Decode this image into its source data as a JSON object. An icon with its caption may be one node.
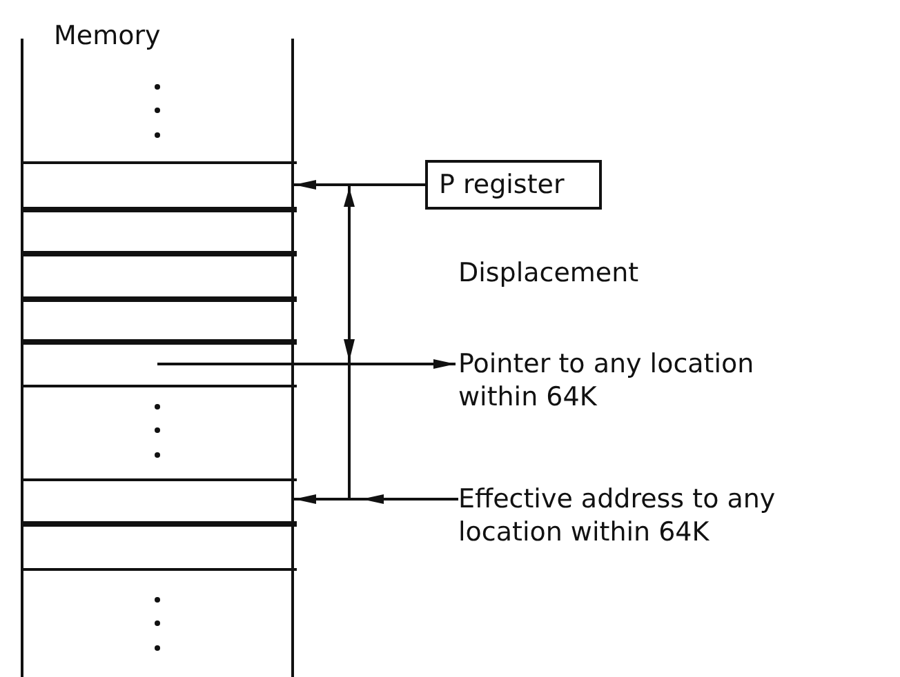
{
  "diagram": {
    "nodes": [
      {
        "text": [
          "Memory"
        ]
      },
      {
        "text": [],
        "shape": "box",
        "in": 0
      },
      {
        "text": [],
        "shape": "box",
        "in": 0
      },
      {
        "text": [],
        "shape": "box",
        "in": 0
      },
      {
        "text": [],
        "shape": "box",
        "in": 0
      },
      {
        "text": [],
        "shape": "box",
        "in": 0
      },
      {
        "text": [],
        "shape": "box",
        "in": 0
      },
      {
        "text": [],
        "shape": "box",
        "in": 0
      },
      {
        "text": [
          "P register"
        ]
      },
      {
        "text": [
          "Pointer to any location within 64K"
        ]
      },
      {
        "text": [
          "Effective address to any location within 64K"
        ]
      }
    ],
    "edges": [
      {
        "from": 8,
        "to": 1,
        "arrow": "to"
      },
      {
        "from": 5,
        "to": 9,
        "arrow": "to"
      },
      {
        "from": 10,
        "to": 6,
        "arrow": "to"
      }
    ],
    "labels": [
      "Displacement"
    ]
  }
}
